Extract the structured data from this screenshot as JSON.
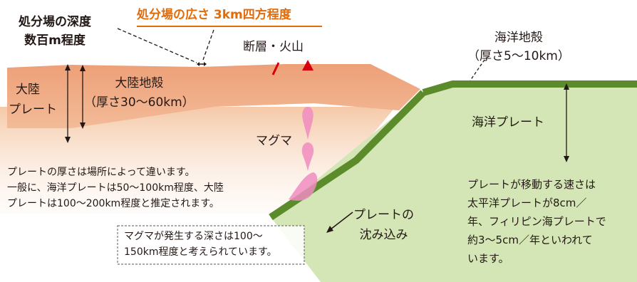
{
  "depth_label": [
    "処分場の深度",
    "数百m程度"
  ],
  "size_label": "処分場の広さ 3km四方程度",
  "fault_volcano": "断層・火山",
  "oceanic_crust": [
    "海洋地殻",
    "（厚さ5〜10km）"
  ],
  "continental_plate": [
    "大陸",
    "プレート"
  ],
  "continental_crust": [
    "大陸地殻",
    "（厚さ30〜60km）"
  ],
  "oceanic_plate": "海洋プレート",
  "magma": "マグマ",
  "plate_thickness_note": [
    "プレートの厚さは場所によって違います。",
    "一般に、海洋プレートは50〜100km程度、大陸",
    "プレートは100〜200km程度と推定されます。"
  ],
  "magma_depth_note": [
    "マグマが発生する深さは100〜",
    "150km程度と考えられています。"
  ],
  "subduction": [
    "プレートの",
    "沈み込み"
  ],
  "plate_speed_note": [
    "プレートが移動する速さは",
    "太平洋プレートが8cm／",
    "年、フィリピン海プレートで",
    "約3〜5cm／年といわれて",
    "います。"
  ],
  "colors": {
    "continental_crust": "#efa880",
    "continental_plate": "#f8d9c3",
    "oceanic_crust": "#5b8b2b",
    "oceanic_plate": "#d4e6b5",
    "magma": "#f08cc0",
    "accent": "#e36c0a",
    "volcano": "#d7000f"
  }
}
